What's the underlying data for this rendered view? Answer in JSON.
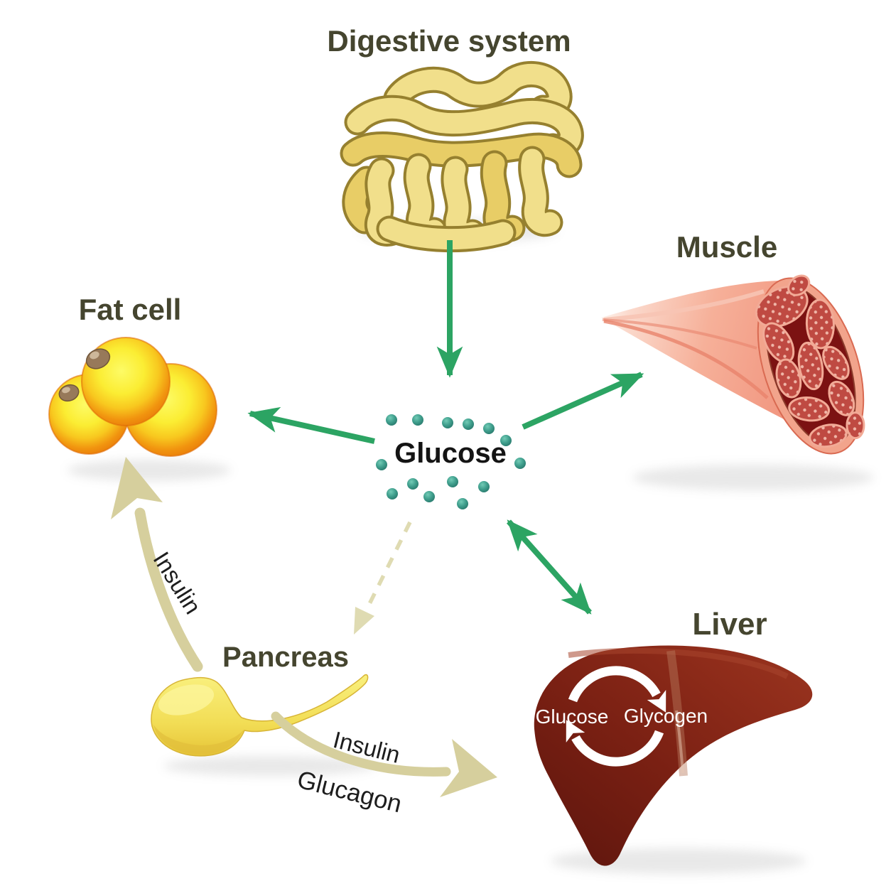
{
  "organ_labels": {
    "digestive_system": "Digestive system",
    "muscle": "Muscle",
    "fat_cell": "Fat cell",
    "pancreas": "Pancreas",
    "liver": "Liver"
  },
  "center": {
    "label": "Glucose"
  },
  "hormone_arrows": {
    "pancreas_to_fat": "Insulin",
    "pancreas_to_liver_line1": "Insulin",
    "pancreas_to_liver_line2": "Glucagon"
  },
  "liver_cycle": {
    "left_label": "Glucose",
    "right_label": "Glycogen"
  },
  "colors": {
    "glucose_arrow_green": "#2ca463",
    "hormone_arrow_tan": "#d6cf9d",
    "dashed_arrow_tan": "#dfdbb2",
    "label_olive": "#45452f",
    "glucose_dot_teal": "#3f9e8f",
    "intestine_yellow": "#f1df8b",
    "fat_cell_orange": "#f1940f",
    "pancreas_yellow": "#f5e468",
    "muscle_pink": "#f4997f",
    "liver_dark_red": "#7a2013",
    "liver_cycle_white": "#ffffff"
  }
}
